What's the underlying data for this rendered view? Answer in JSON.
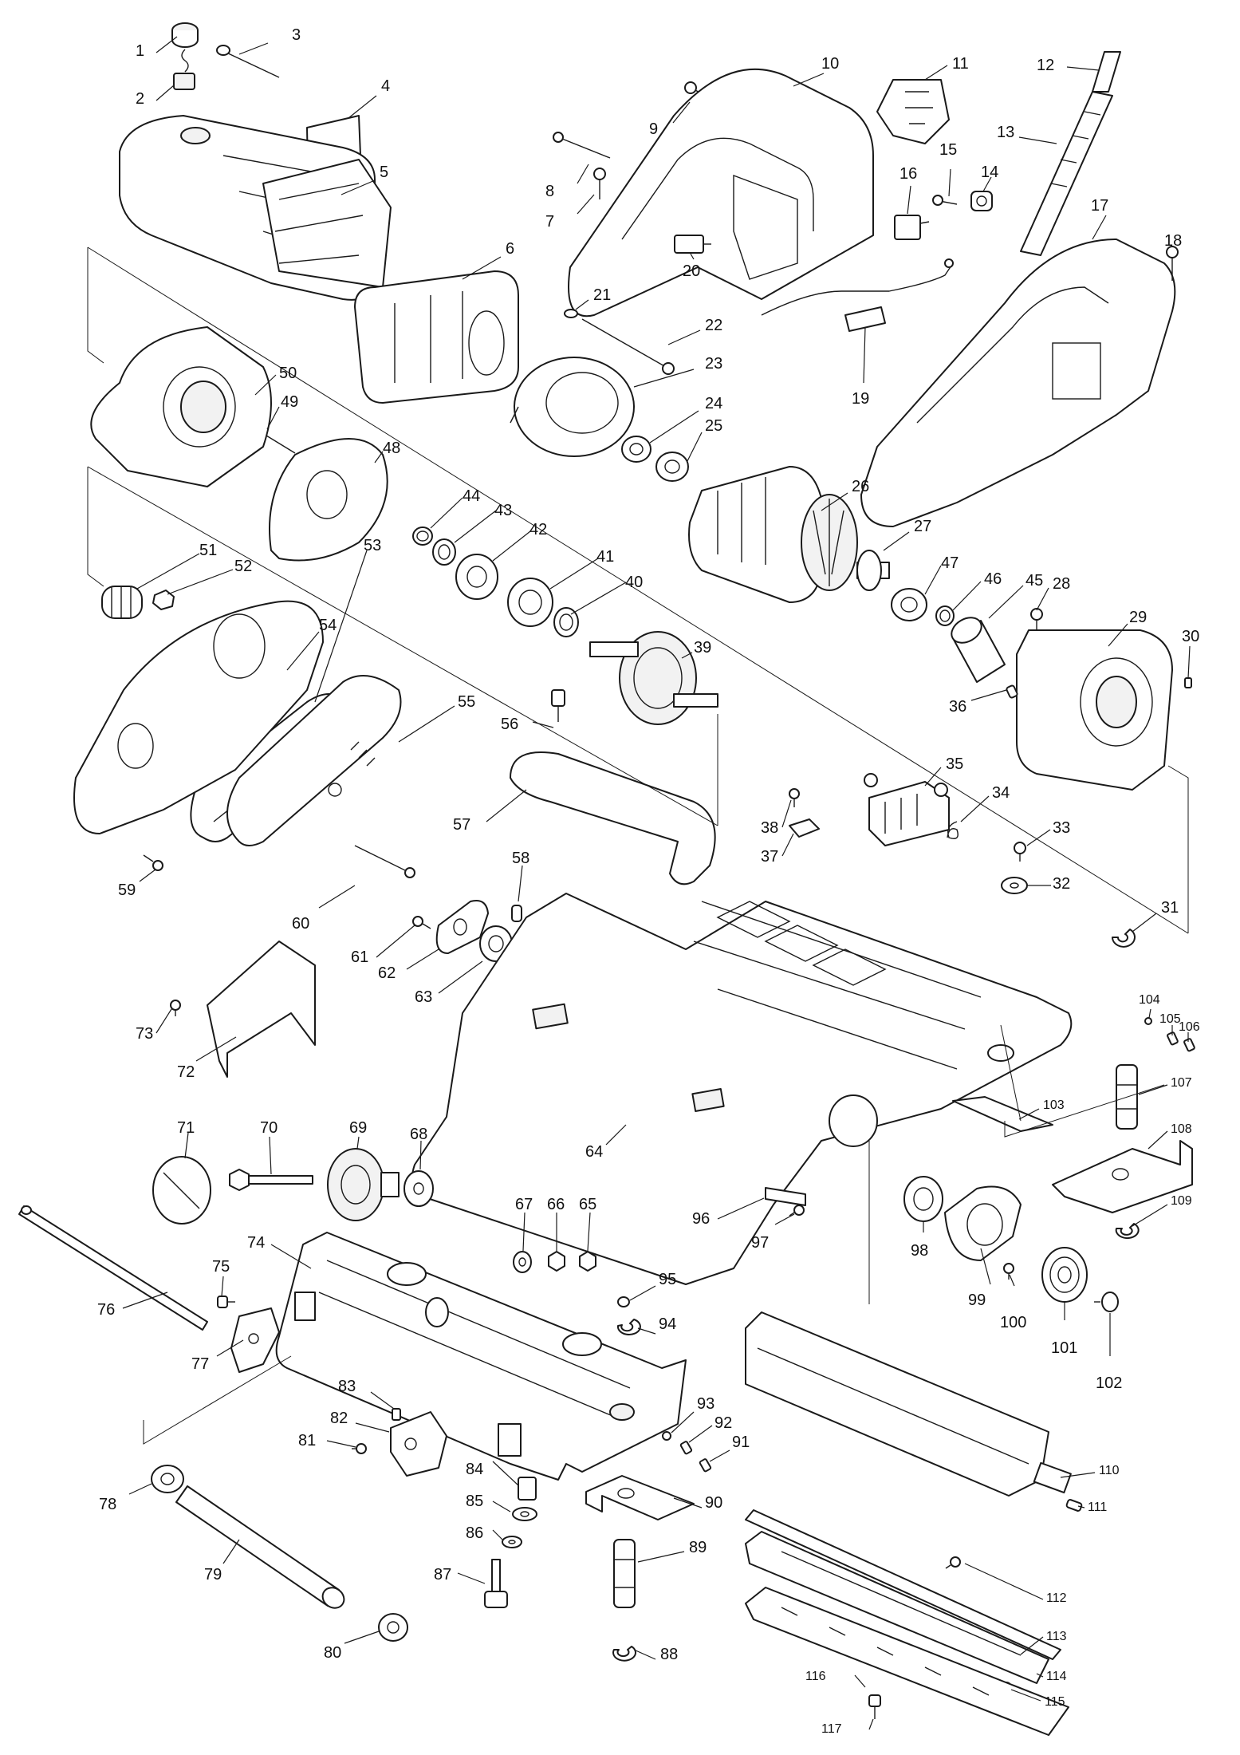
{
  "labels": [
    "1",
    "2",
    "3",
    "4",
    "5",
    "6",
    "7",
    "8",
    "9",
    "10",
    "11",
    "12",
    "13",
    "14",
    "15",
    "16",
    "17",
    "18",
    "19",
    "20",
    "21",
    "22",
    "23",
    "24",
    "25",
    "26",
    "27",
    "28",
    "29",
    "30",
    "31",
    "32",
    "33",
    "34",
    "35",
    "36",
    "37",
    "38",
    "39",
    "40",
    "41",
    "42",
    "43",
    "44",
    "45",
    "46",
    "47",
    "48",
    "49",
    "50",
    "51",
    "52",
    "53",
    "54",
    "55",
    "56",
    "57",
    "58",
    "59",
    "60",
    "61",
    "62",
    "63",
    "64",
    "65",
    "66",
    "67",
    "68",
    "69",
    "70",
    "71",
    "72",
    "73",
    "74",
    "75",
    "76",
    "77",
    "78",
    "79",
    "80",
    "81",
    "82",
    "83",
    "84",
    "85",
    "86",
    "87",
    "88",
    "89",
    "90",
    "91",
    "92",
    "93",
    "94",
    "95",
    "96",
    "97",
    "98",
    "99",
    "100",
    "101",
    "102",
    "103",
    "104",
    "105",
    "106",
    "107",
    "108",
    "109",
    "110",
    "111",
    "112",
    "113",
    "114",
    "115",
    "116",
    "117"
  ]
}
